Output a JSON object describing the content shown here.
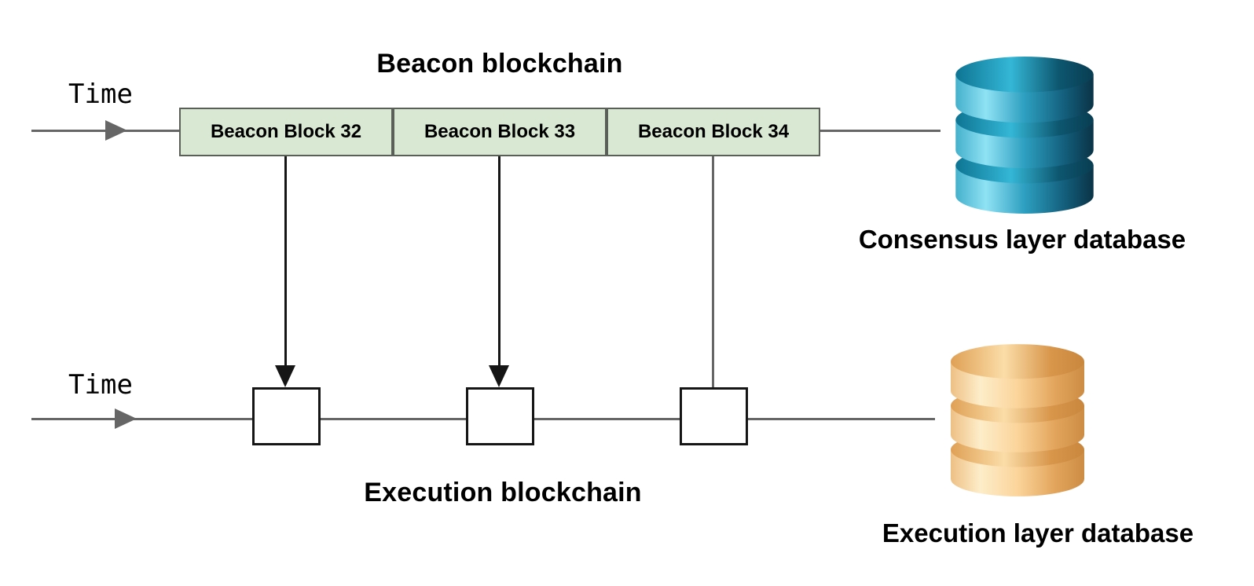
{
  "diagram": {
    "beacon": {
      "title": "Beacon blockchain",
      "time_label": "Time",
      "blocks": [
        "Beacon Block 32",
        "Beacon Block 33",
        "Beacon Block 34"
      ]
    },
    "execution": {
      "title": "Execution blockchain",
      "time_label": "Time",
      "block_count": 3
    },
    "databases": [
      {
        "id": "consensus",
        "label": "Consensus layer database",
        "color": "#1f93b4"
      },
      {
        "id": "execution",
        "label": "Execution layer database",
        "color": "#f5c98e"
      }
    ],
    "connections": [
      {
        "from": "Beacon Block 32",
        "to": "execution-block-1",
        "style": "arrow"
      },
      {
        "from": "Beacon Block 33",
        "to": "execution-block-2",
        "style": "arrow"
      },
      {
        "from": "Beacon Block 34",
        "to": "execution-block-3",
        "style": "line"
      }
    ]
  },
  "colors": {
    "block_fill": "#d9e8d2",
    "block_border": "#5a5f58",
    "line_gray": "#666666",
    "arrow_black": "#151515",
    "text": "#000000",
    "background": "#ffffff"
  }
}
